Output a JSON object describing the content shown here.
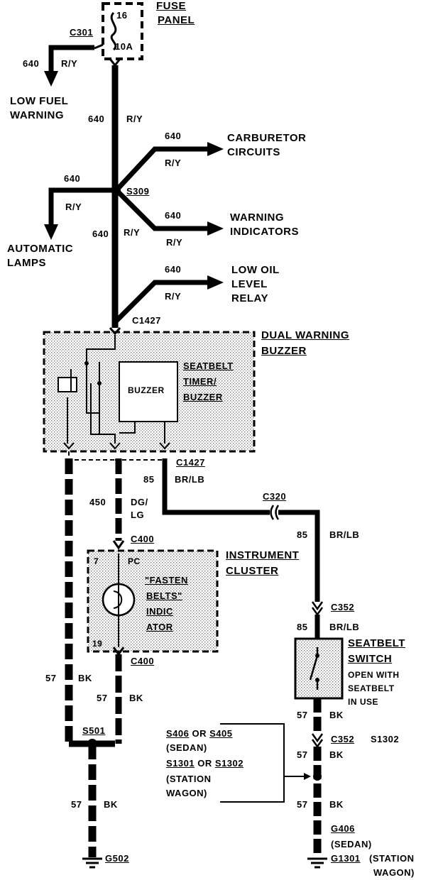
{
  "fuse_panel": {
    "label_line1": "FUSE",
    "label_line2": "PANEL",
    "fuse_number": "16",
    "fuse_rating": "10A",
    "connector": "C301"
  },
  "low_fuel": {
    "wire": "640",
    "color": "R/Y",
    "label_line1": "LOW FUEL",
    "label_line2": "WARNING"
  },
  "main_feed": {
    "wire": "640",
    "color": "R/Y"
  },
  "carburetor": {
    "wire": "640",
    "color": "R/Y",
    "label_line1": "CARBURETOR",
    "label_line2": "CIRCUITS"
  },
  "splice_s309": {
    "label": "S309"
  },
  "auto_lamps": {
    "wire": "640",
    "color": "R/Y",
    "label_line1": "AUTOMATIC",
    "label_line2": "LAMPS"
  },
  "feed_lower": {
    "wire": "640",
    "color": "R/Y"
  },
  "warning_indicators": {
    "wire": "640",
    "color": "R/Y",
    "label_line1": "WARNING",
    "label_line2": "INDICATORS"
  },
  "low_oil": {
    "wire": "640",
    "color": "R/Y",
    "label_line1": "LOW OIL",
    "label_line2": "LEVEL",
    "label_line3": "RELAY"
  },
  "buzzer": {
    "connector_top": "C1427",
    "label_line1": "DUAL WARNING",
    "label_line2": "BUZZER",
    "inner_label": "BUZZER",
    "timer_line1": "SEATBELT",
    "timer_line2": "TIMER/",
    "timer_line3": "BUZZER",
    "connector_bottom": "C1427"
  },
  "wire_85_a": {
    "wire": "85",
    "color": "BR/LB"
  },
  "wire_450": {
    "wire": "450",
    "color_line1": "DG/",
    "color_line2": "LG"
  },
  "connector_c320": "C320",
  "wire_85_b": {
    "wire": "85",
    "color": "BR/LB"
  },
  "cluster": {
    "connector_top": "C400",
    "label_line1": "INSTRUMENT",
    "label_line2": "CLUSTER",
    "pin_top": "7",
    "pin_top_suffix": "PC",
    "pin_bottom": "19",
    "indic_line1": "\"FASTEN",
    "indic_line2": "BELTS\"",
    "indic_line3": "INDIC",
    "indic_line4": "ATOR",
    "connector_bottom": "C400"
  },
  "connector_c352_top": "C352",
  "wire_85_c": {
    "wire": "85",
    "color": "BR/LB"
  },
  "seatbelt_switch": {
    "label_line1": "SEATBELT",
    "label_line2": "SWITCH",
    "note_line1": "OPEN WITH",
    "note_line2": "SEATBELT",
    "note_line3": "IN USE"
  },
  "wire_57_left": {
    "wire": "57",
    "color": "BK"
  },
  "wire_57_mid": {
    "wire": "57",
    "color": "BK"
  },
  "splice_s501": "S501",
  "wire_57_low": {
    "wire": "57",
    "color": "BK"
  },
  "ground_g502": "G502",
  "wire_57_switch": {
    "wire": "57",
    "color": "BK"
  },
  "connector_c352_bottom": "C352",
  "splice_s1302": "S1302",
  "note": {
    "s406": "S406",
    "or1": "OR",
    "s405": "S405",
    "sedan": "(SEDAN)",
    "s1301": "S1301",
    "or2": "OR",
    "s1302": "S1302",
    "station": "(STATION",
    "wagon": "WAGON)"
  },
  "wire_57_r1": {
    "wire": "57",
    "color": "BK"
  },
  "wire_57_r2": {
    "wire": "57",
    "color": "BK"
  },
  "ground_right": {
    "g406": "G406",
    "sedan": "(SEDAN)",
    "g1301": "G1301",
    "station": "(STATION",
    "wagon": "WAGON)"
  }
}
